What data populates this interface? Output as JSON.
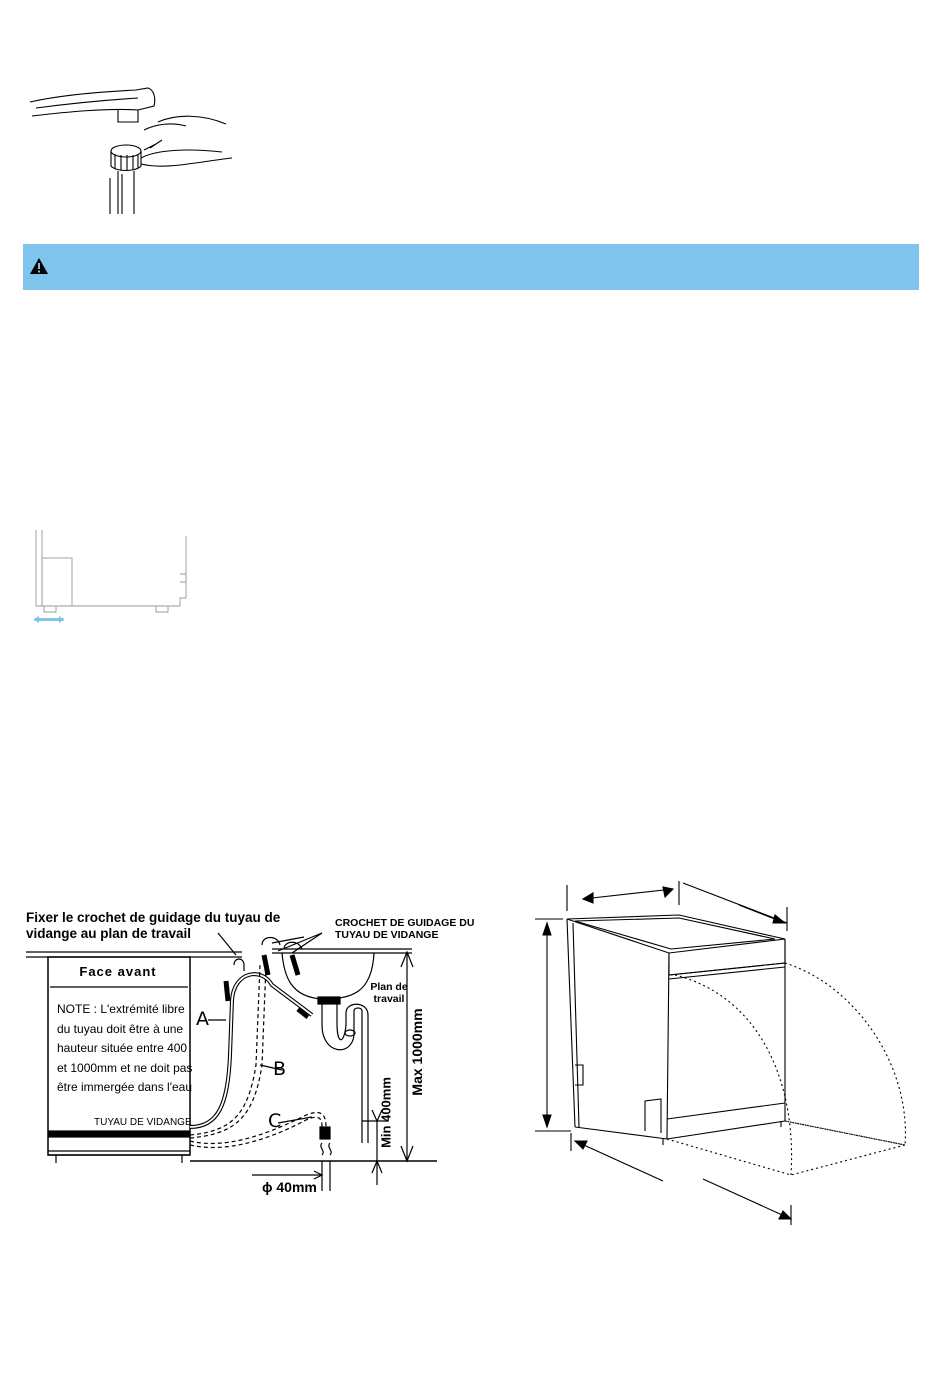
{
  "drain_diagram": {
    "title": "Fixer le crochet  de guidage du tuyau de vidange au plan de travail",
    "hook_label": "CROCHET DE GUIDAGE DU TUYAU DE VIDANGE",
    "front_label": "Face avant",
    "note": "NOTE : L'extrémité  libre du tuyau doit être à une hauteur située entre 400 et 1000mm et ne doit pas être immergée dans l'eau",
    "hose_label": "TUYAU DE VIDANGE",
    "worktop_label": "Plan de travail",
    "max_height": "Max 1000mm",
    "min_height": "Min 400mm",
    "diameter": "ϕ  40mm",
    "position_a": "A",
    "position_b": "B",
    "position_c": "C"
  },
  "colors": {
    "banner": "#7ec4ed"
  },
  "icons": {
    "warning": "warning-triangle-icon"
  }
}
